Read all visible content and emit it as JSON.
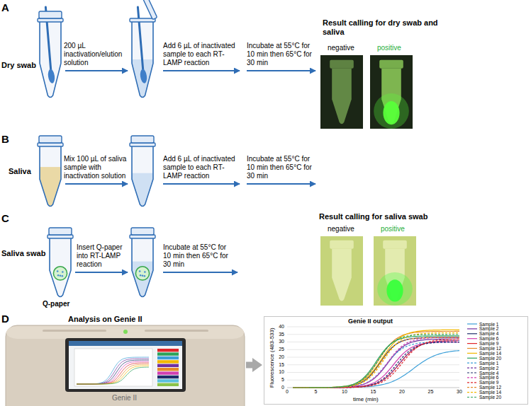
{
  "diagram": {
    "nodes": [
      {
        "text": [
          "Analysis on Genie II",
          "Genie II"
        ]
      },
      {
        "text": [
          "Genie II output",
          "Fluorescence (483-533)",
          "time (min)"
        ]
      }
    ],
    "edges": [
      {
        "from": 0,
        "to": 1,
        "arrow": "to"
      }
    ],
    "labels": [
      "A",
      "Dry swab",
      "200 µL inactivation/elution solution",
      "Add 6 µL of inactivated sample to each RT-LAMP reaction",
      "Incubate at 55°C for 10 min then 65°C for 30 min",
      "Result calling for dry swab and saliva",
      "negative",
      "positive",
      "B",
      "Saliva",
      "Mix 100 µL of saliva sample with inactivation solution",
      "Add 6 µL of inactivated sample to each RT-LAMP reaction",
      "Incubate at 55°C for 10 min then 65°C for 30 min",
      "C",
      "Saliva swab",
      "Q-paper",
      "Insert Q-paper into RT-LAMP reaction",
      "Incubate at 55°C for 10 min then 65°C for 30 min",
      "Result calling for saliva swab",
      "negative",
      "positive",
      "D",
      "0",
      "5",
      "10",
      "15",
      "20",
      "25",
      "30",
      "35",
      "40",
      "0",
      "5",
      "10",
      "15",
      "20",
      "25",
      "30"
    ],
    "legend": [
      {
        "text": "Sample 1"
      },
      {
        "text": "Sample 2"
      },
      {
        "text": "Sample 4"
      },
      {
        "text": "Sample 6"
      },
      {
        "text": "Sample 9"
      },
      {
        "text": "Sample 12"
      },
      {
        "text": "Sample 14"
      },
      {
        "text": "Sample 20"
      },
      {
        "text": "Sample 1"
      },
      {
        "text": "Sample 2"
      },
      {
        "text": "Sample 4"
      },
      {
        "text": "Sample 6"
      },
      {
        "text": "Sample 9"
      },
      {
        "text": "Sample 12"
      },
      {
        "text": "Sample 14"
      },
      {
        "text": "Sample 20"
      }
    ]
  }
}
